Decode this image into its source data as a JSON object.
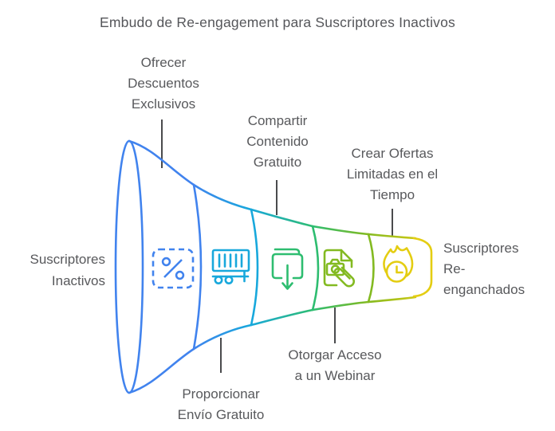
{
  "title": "Embudo de Re-engagement para Suscriptores Inactivos",
  "colors": {
    "blue": "#4183ee",
    "cyan": "#18a8dc",
    "green": "#2ebd70",
    "lime": "#83ba21",
    "yellow": "#e4cd12",
    "text": "#58595c",
    "connector": "#4a4b4d"
  },
  "funnel": {
    "entry": {
      "label": "Suscriptores Inactivos",
      "lines": [
        "Suscriptores",
        "Inactivos"
      ]
    },
    "exit": {
      "label": "Suscriptores Re-enganchados",
      "lines": [
        "Suscriptores",
        "Re-",
        "enganchados"
      ]
    },
    "stages": [
      {
        "label": "Ofrecer Descuentos Exclusivos",
        "label_lines": [
          "Ofrecer",
          "Descuentos",
          "Exclusivos"
        ],
        "icon": "discount-percent-icon",
        "color": "#4183ee",
        "label_side": "top"
      },
      {
        "label": "Proporcionar Envío Gratuito",
        "label_lines": [
          "Proporcionar",
          "Envío Gratuito"
        ],
        "icon": "free-shipping-truck-icon",
        "color": "#18a8dc",
        "label_side": "bottom"
      },
      {
        "label": "Compartir Contenido Gratuito",
        "label_lines": [
          "Compartir",
          "Contenido",
          "Gratuito"
        ],
        "icon": "download-content-icon",
        "color": "#2ebd70",
        "label_side": "top"
      },
      {
        "label": "Otorgar Acceso a un Webinar",
        "label_lines": [
          "Otorgar Acceso",
          "a un Webinar"
        ],
        "icon": "webinar-document-icon",
        "color": "#83ba21",
        "label_side": "bottom"
      },
      {
        "label": "Crear Ofertas Limitadas en el Tiempo",
        "label_lines": [
          "Crear Ofertas",
          "Limitadas en el",
          "Tiempo"
        ],
        "icon": "limited-time-offer-icon",
        "color": "#e4cd12",
        "label_side": "top"
      }
    ]
  }
}
